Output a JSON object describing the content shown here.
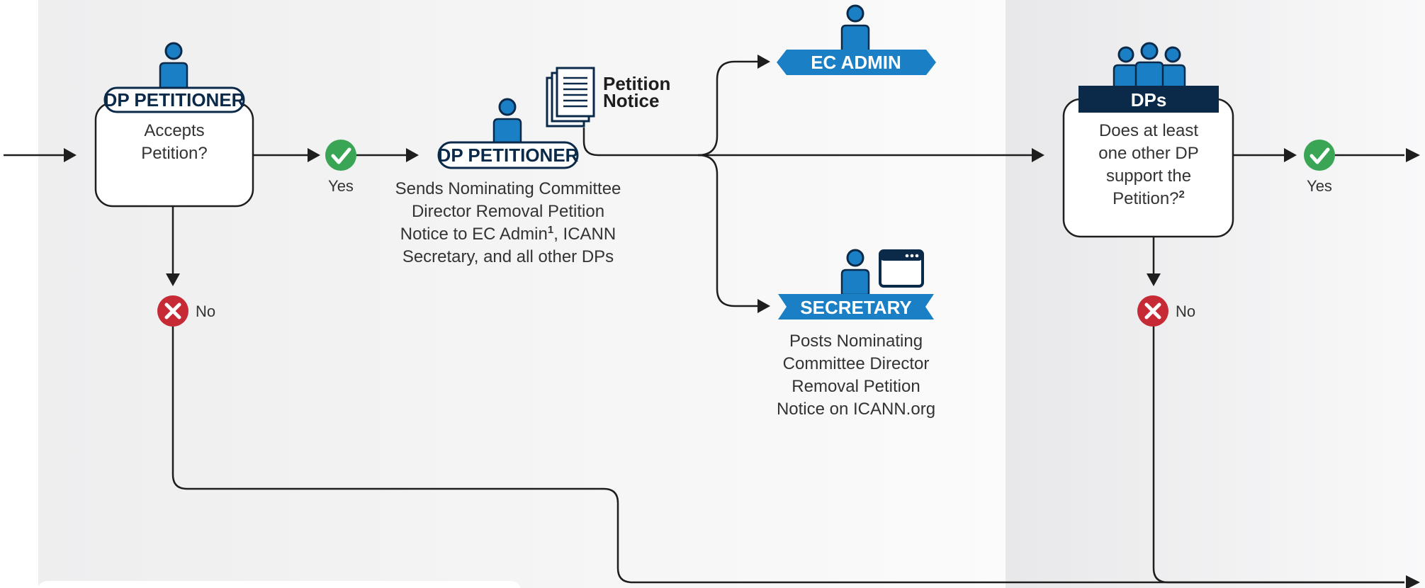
{
  "step1": {
    "role": "DP PETITIONER",
    "question": [
      "Accepts",
      "Petition?"
    ],
    "yes": "Yes",
    "no": "No"
  },
  "step2": {
    "document": [
      "Petition",
      "Notice"
    ],
    "role": "DP PETITIONER",
    "action": [
      "Sends Nominating Committee",
      "Director Removal Petition",
      "Notice to EC Admin",
      "Secretary, and all other DPs"
    ],
    "footnote": "1",
    "action_suffix": ", ICANN"
  },
  "ec_admin": {
    "role": "EC ADMIN"
  },
  "secretary": {
    "role": "SECRETARY",
    "action": [
      "Posts Nominating",
      "Committee Director",
      "Removal Petition",
      "Notice on ICANN.org"
    ]
  },
  "step3": {
    "role": "DPs",
    "question": [
      "Does at least",
      "one other DP",
      "support the",
      "Petition?"
    ],
    "footnote": "2",
    "yes": "Yes",
    "no": "No"
  },
  "colors": {
    "navy": "#0b2a4a",
    "blue": "#1a7fc4",
    "green": "#3aa655",
    "red": "#c62b35",
    "panel": "#f0f0f1"
  }
}
